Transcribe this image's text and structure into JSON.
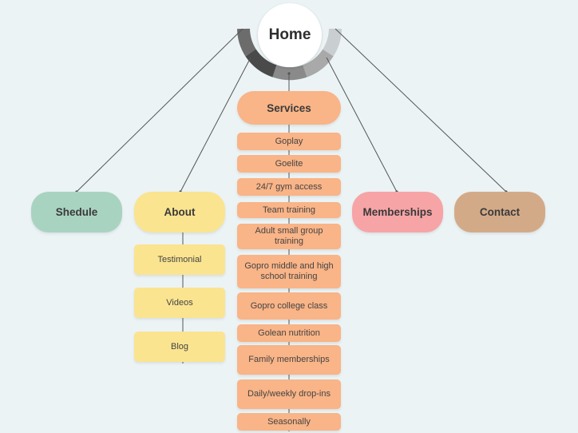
{
  "home": {
    "label": "Home"
  },
  "categories": {
    "schedule": "Shedule",
    "about": "About",
    "services": "Services",
    "memberships": "Memberships",
    "contact": "Contact"
  },
  "about_items": [
    "Testimonial",
    "Videos",
    "Blog"
  ],
  "services_items": [
    "Goplay",
    "Goelite",
    "24/7 gym access",
    "Team training",
    "Adult small group training",
    "Gopro middle and high school training",
    "Gopro college class",
    "Golean nutrition",
    "Family memberships",
    "Daily/weekly drop-ins",
    "Seasonally"
  ],
  "colors": {
    "background": "#ebf3f5",
    "schedule": "#a9d3c1",
    "about": "#fbe490",
    "services": "#f9b487",
    "memberships": "#f7a4a6",
    "contact": "#d3aa88",
    "connector": "#555555"
  }
}
